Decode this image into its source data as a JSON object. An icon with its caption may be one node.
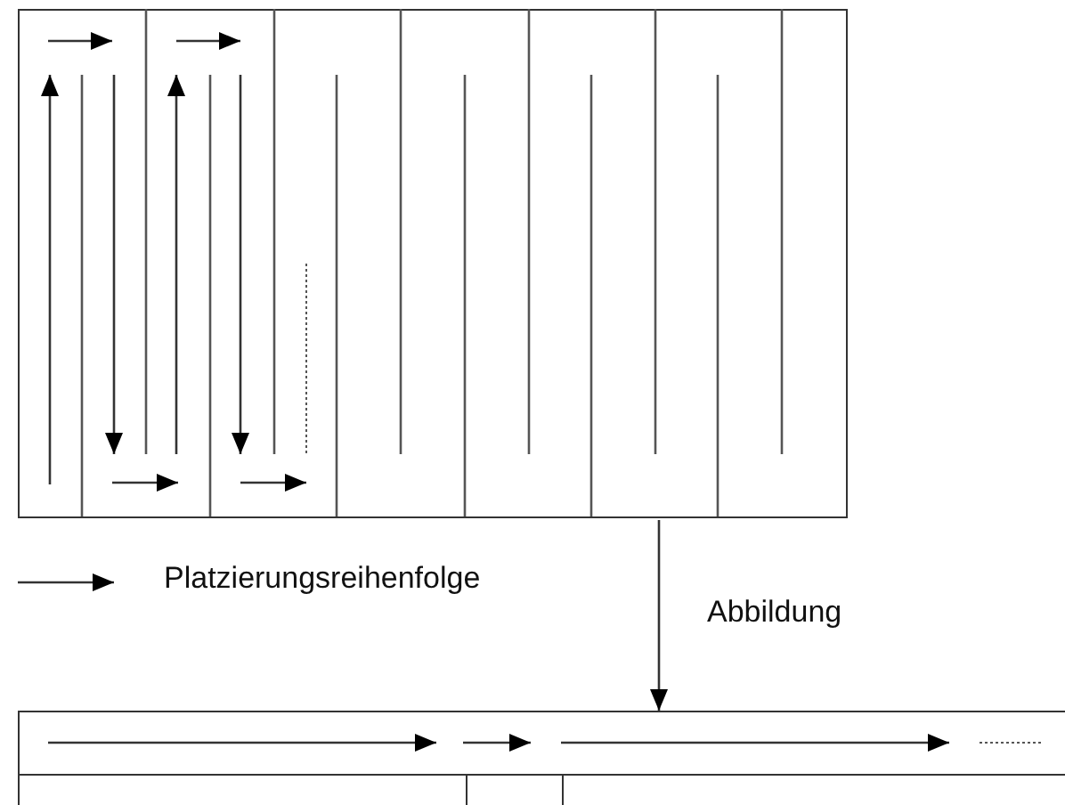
{
  "diagram": {
    "nodes": [
      {
        "text": [],
        "shape": "box"
      },
      {
        "text": [],
        "shape": "box"
      }
    ],
    "edges": [
      {
        "from": 0,
        "to": 1,
        "arrow": "to",
        "label": "Abbildung"
      }
    ],
    "legend": [
      {
        "text": "Platzierungsreihenfolge"
      }
    ]
  }
}
